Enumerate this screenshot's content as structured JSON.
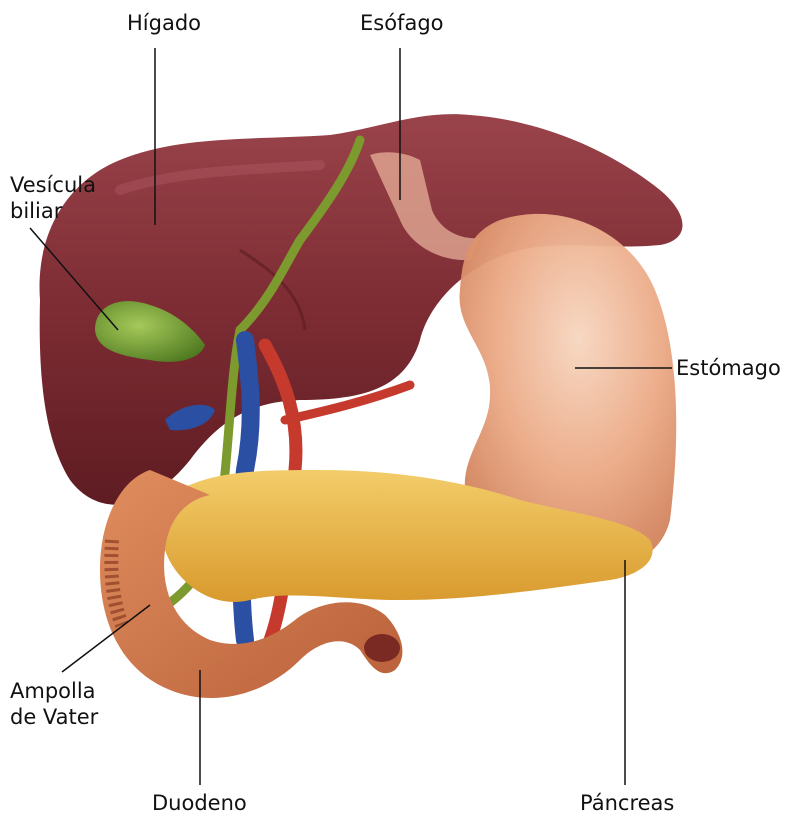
{
  "labels": {
    "higado": "Hígado",
    "esofago": "Esófago",
    "vesicula_line1": "Vesícula",
    "vesicula_line2": "biliar",
    "estomago": "Estómago",
    "ampolla_line1": "Ampolla",
    "ampolla_line2": "de Vater",
    "duodeno": "Duodeno",
    "pancreas": "Páncreas"
  },
  "colors": {
    "liver": "#7d2c33",
    "liver_highlight": "#a24b52",
    "gallbladder": "#6f9a2e",
    "stomach": "#e6a07a",
    "pancreas": "#e9b44a",
    "duodenum": "#d27b4c",
    "vein": "#2a4fa3",
    "artery": "#c63a2e",
    "leader_line": "#111111"
  }
}
